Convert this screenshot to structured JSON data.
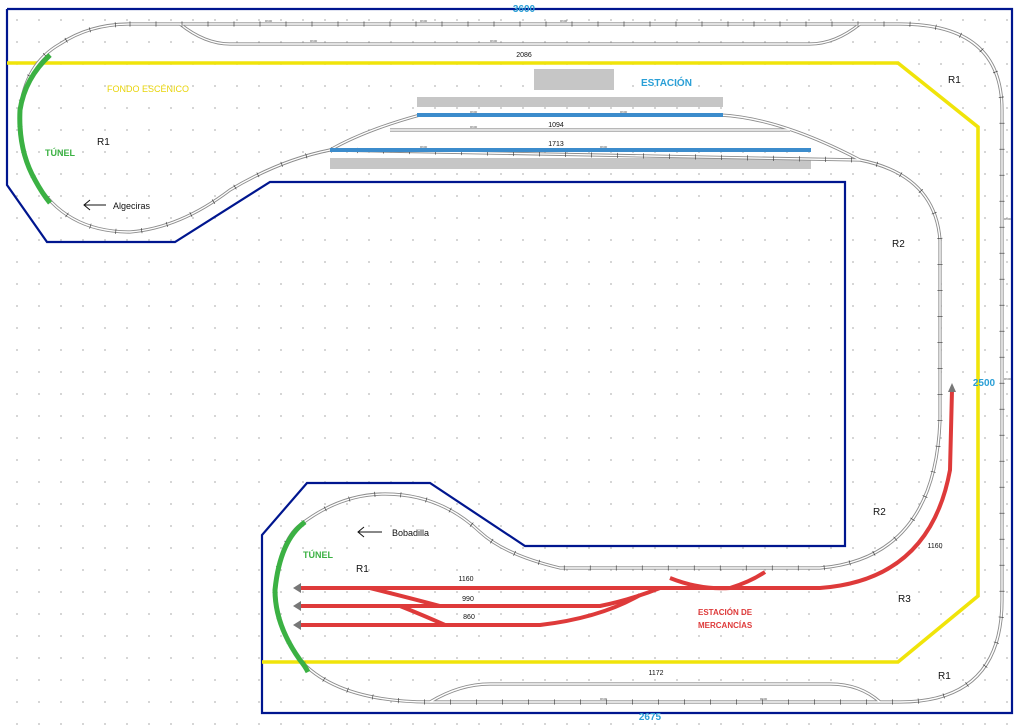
{
  "dimensions": {
    "top_width": "3600",
    "right_height": "2500",
    "bottom_width": "2675"
  },
  "labels": {
    "fondo": "FONDO ESCÉNICO",
    "estacion": "ESTACIÓN",
    "tunel_top": "TÚNEL",
    "tunel_bottom": "TÚNEL",
    "algeciras": "Algeciras",
    "bobadilla": "Bobadilla",
    "mercancias_line1": "ESTACIÓN DE",
    "mercancias_line2": "MERCANCÍAS"
  },
  "radii": {
    "r1_top_left": "R1",
    "r1_top_right": "R1",
    "r2_right": "R2",
    "r2_lower": "R2",
    "r3": "R3",
    "r1_bottom_right": "R1",
    "r1_bottom_left": "R1"
  },
  "lengths": {
    "top_siding": "2086",
    "station_track_1": "1094",
    "station_track_2": "1713",
    "goods_1": "1160",
    "goods_2": "990",
    "goods_3": "860",
    "goods_spur": "1160",
    "bottom_straight": "1172"
  },
  "colors": {
    "baseboard": "#00168f",
    "backdrop": "#f0e40a",
    "tunnel": "#3bb143",
    "goods_track": "#de3a3a",
    "station_track": "#3c8ccc",
    "platform": "#c6c6c6",
    "dimension_text": "#2a9fd6",
    "track": "#8c8c8c"
  }
}
